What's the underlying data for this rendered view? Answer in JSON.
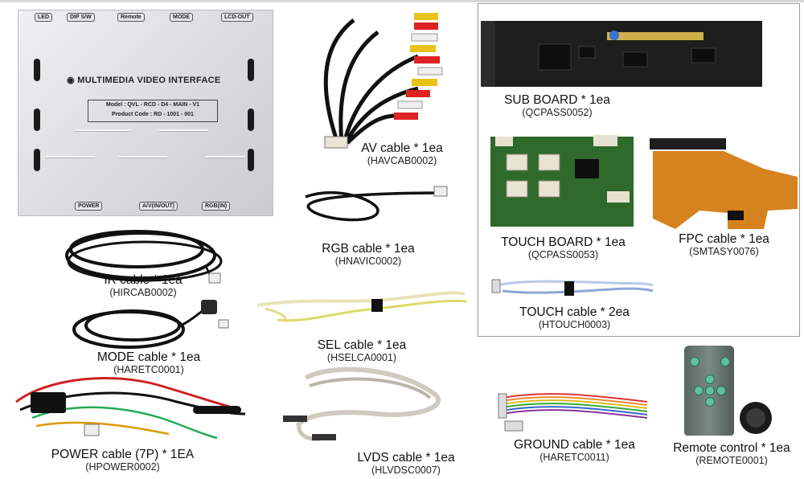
{
  "box": {
    "title": "MULTIMEDIA VIDEO INTERFACE",
    "model": "Model : QVL - RCD - D4 - MAIN - V1",
    "product_code": "Product Code : RD - 1001 - 001",
    "top_ports": [
      "LED",
      "DIP S/W",
      "Remote",
      "MODE",
      "LCD-OUT"
    ],
    "bottom_ports": [
      "POWER",
      "A/V(IN/OUT)",
      "RGB(IN)"
    ]
  },
  "items": {
    "av": {
      "title": "AV cable * 1ea",
      "code": "(HAVCAB0002)"
    },
    "rgb": {
      "title": "RGB cable * 1ea",
      "code": "(HNAVIC0002)"
    },
    "ir": {
      "title": "IR cable * 1ea",
      "code": "(HIRCAB0002)"
    },
    "mode": {
      "title": "MODE cable * 1ea",
      "code": "(HARETC0001)"
    },
    "sel": {
      "title": "SEL cable * 1ea",
      "code": "(HSELCA0001)"
    },
    "power": {
      "title": "POWER cable (7P) * 1EA",
      "code": "(HPOWER0002)"
    },
    "lvds": {
      "title": "LVDS cable * 1ea",
      "code": "(HLVDSC0007)"
    },
    "ground": {
      "title": "GROUND cable * 1ea",
      "code": "(HARETC0011)"
    },
    "remote": {
      "title": "Remote control * 1ea",
      "code": "(REMOTE0001)"
    },
    "sub": {
      "title": "SUB BOARD * 1ea",
      "code": "(QCPASS0052)"
    },
    "touch_board": {
      "title": "TOUCH BOARD * 1ea",
      "code": "(QCPASS0053)"
    },
    "fpc": {
      "title": "FPC cable * 1ea",
      "code": "(SMTASY0076)"
    },
    "touch_cable": {
      "title": "TOUCH cable * 2ea",
      "code": "(HTOUCH0003)"
    }
  }
}
